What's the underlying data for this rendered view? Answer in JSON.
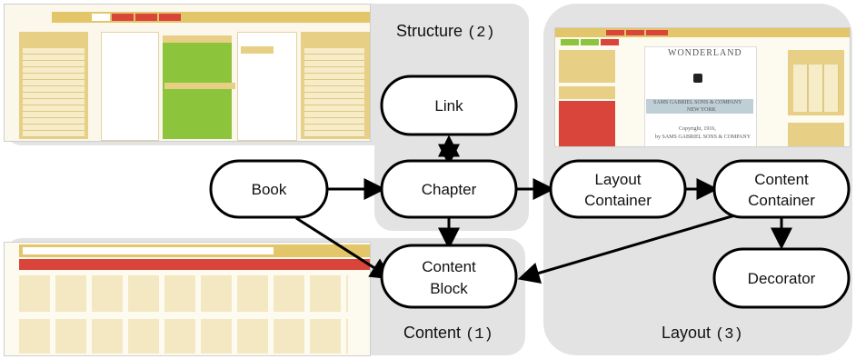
{
  "panels": {
    "structure": {
      "name": "Structure",
      "count": "(2)"
    },
    "layout": {
      "name": "Layout",
      "count": "(3)"
    },
    "content": {
      "name": "Content",
      "count": "(1)"
    }
  },
  "nodes": {
    "link": "Link",
    "book": "Book",
    "chapter": "Chapter",
    "layout_container": [
      "Layout",
      "Container"
    ],
    "content_container": [
      "Content",
      "Container"
    ],
    "content_block": [
      "Content",
      "Block"
    ],
    "decorator": "Decorator"
  },
  "screenshot_text": {
    "wonderland": "WONDERLAND",
    "publisher": "SAMS GABRIEL SONS & COMPANY",
    "city": "NEW YORK",
    "copyright": "Copyright, 1916,",
    "copyright_by": "by SAMS GABRIEL SONS & COMPANY"
  },
  "colors": {
    "panel_bg": "#e3e3e3",
    "node_stroke": "#000000",
    "edge": "#000000",
    "ui_gold": "#e3c56a",
    "ui_red": "#d9453a",
    "ui_green": "#8cc43c"
  }
}
